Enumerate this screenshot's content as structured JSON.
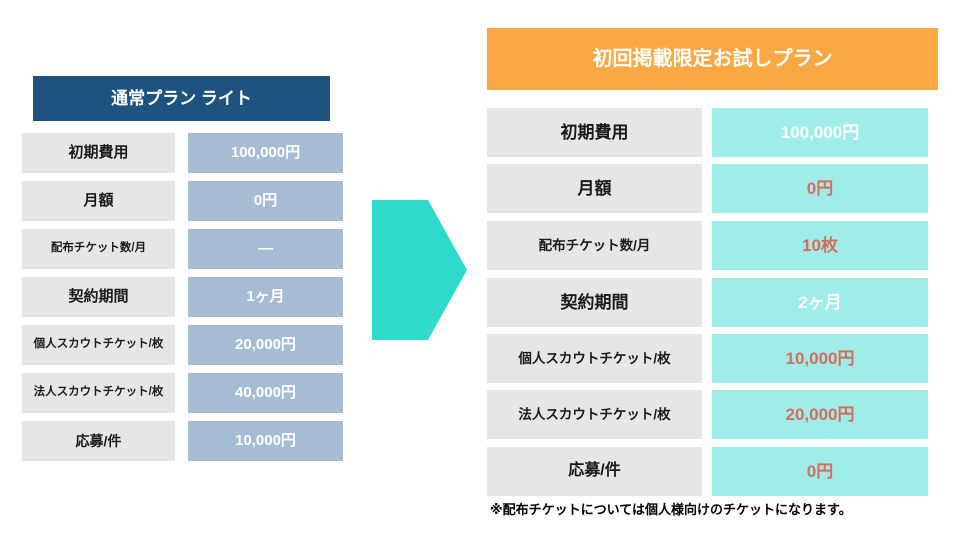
{
  "left_plan": {
    "title": "通常プラン ライト",
    "rows": [
      {
        "label": "初期費用",
        "value": "100,000円"
      },
      {
        "label": "月額",
        "value": "0円"
      },
      {
        "label": "配布チケット数/月",
        "value": "—"
      },
      {
        "label": "契約期間",
        "value": "1ヶ月"
      },
      {
        "label": "個人スカウトチケット/枚",
        "value": "20,000円"
      },
      {
        "label": "法人スカウトチケット/枚",
        "value": "40,000円"
      },
      {
        "label": "応募/件",
        "value": "10,000円"
      }
    ]
  },
  "right_plan": {
    "title": "初回掲載限定お試しプラン",
    "rows": [
      {
        "label": "初期費用",
        "value": "100,000円",
        "emphasis": false
      },
      {
        "label": "月額",
        "value": "0円",
        "emphasis": true
      },
      {
        "label": "配布チケット数/月",
        "value": "10枚",
        "emphasis": true
      },
      {
        "label": "契約期間",
        "value": "2ヶ月",
        "emphasis": false
      },
      {
        "label": "個人スカウトチケット/枚",
        "value": "10,000円",
        "emphasis": true
      },
      {
        "label": "法人スカウトチケット/枚",
        "value": "20,000円",
        "emphasis": true
      },
      {
        "label": "応募/件",
        "value": "0円",
        "emphasis": true
      }
    ],
    "note": "※配布チケットについては個人様向けのチケットになります。"
  },
  "colors": {
    "left_header_bg": "#1E537F",
    "left_value_bg": "#A6BCD4",
    "label_bg": "#E7E6E6",
    "right_header_bg": "#F9A843",
    "right_value_bg": "#9FEDE8",
    "arrow": "#2FD9CC",
    "red_value_text": "#D96B60"
  }
}
